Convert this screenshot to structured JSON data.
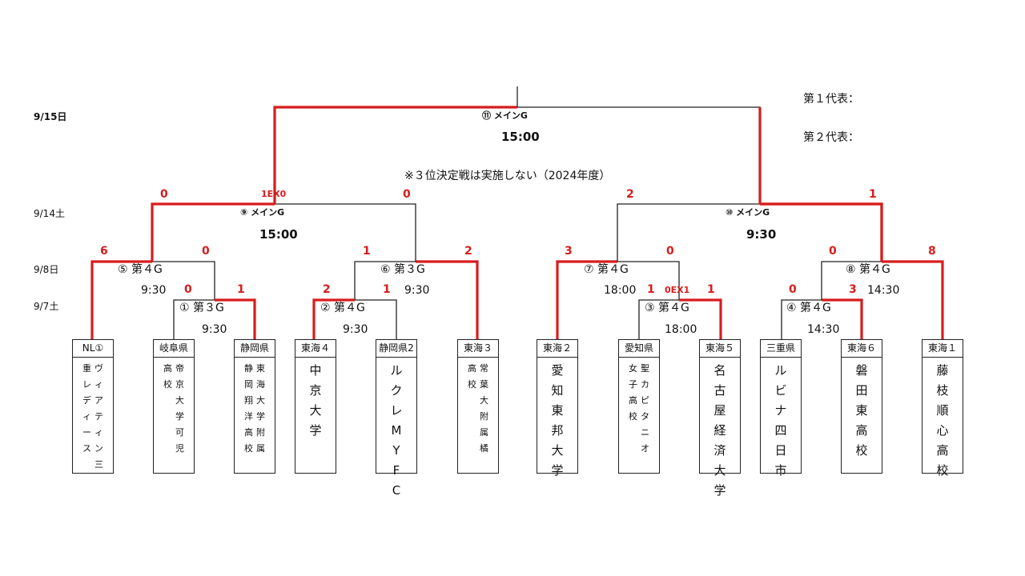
{
  "colors": {
    "winner_line": "#d81c1c",
    "line": "#222222",
    "score": "#d81c1c"
  },
  "note": "※３位決定戦は実施しない（2024年度）",
  "representatives": {
    "first": "第１代表：",
    "second": "第２代表："
  },
  "dates": {
    "d915": "9/15日",
    "d914": "9/14土",
    "d98": "9/8日",
    "d97": "9/7土"
  },
  "matches": {
    "m11": {
      "label": "⑪ メインG",
      "time": "15:00"
    },
    "m9": {
      "label": "⑨ メインG",
      "time": "15:00"
    },
    "m10": {
      "label": "⑩ メインG",
      "time": "9:30"
    },
    "m5": {
      "label": "⑤ 第４G",
      "time": "9:30"
    },
    "m6": {
      "label": "⑥ 第３G",
      "time": "9:30"
    },
    "m7": {
      "label": "⑦ 第４G",
      "time": "18:00"
    },
    "m8": {
      "label": "⑧ 第４G",
      "time": "14:30"
    },
    "m1": {
      "label": "① 第３G",
      "time": "9:30"
    },
    "m2": {
      "label": "② 第４G",
      "time": "9:30"
    },
    "m3": {
      "label": "③ 第４G",
      "time": "18:00"
    },
    "m4": {
      "label": "④ 第４G",
      "time": "14:30"
    }
  },
  "scores": {
    "m11_left": "1EX0",
    "m9_left": "0",
    "m9_right": "0",
    "m10_left": "2",
    "m10_right": "1",
    "m5_left": "6",
    "m5_right": "0",
    "m6_left": "1",
    "m6_right": "2",
    "m7_left": "3",
    "m7_right": "0",
    "m8_left": "0",
    "m8_right": "8",
    "m1_left": "0",
    "m1_right": "1",
    "m2_left": "2",
    "m2_right": "1",
    "m3_left": "1",
    "m3_right": "1",
    "m3_extra": "0EX1",
    "m4_left": "0",
    "m4_right": "3"
  },
  "teams": [
    {
      "seed": "NL①",
      "cols": [
        [
          "ヴ",
          "ィ",
          "ア",
          "テ",
          "ィ",
          "ン",
          "三"
        ],
        [
          "重",
          "レ",
          "デ",
          "ィ",
          "ー",
          "ス"
        ]
      ]
    },
    {
      "seed": "岐阜県",
      "cols": [
        [
          "帝",
          "京",
          "大",
          "学",
          "可",
          "児"
        ],
        [
          "高",
          "校"
        ]
      ]
    },
    {
      "seed": "静岡県",
      "cols": [
        [
          "東",
          "海",
          "大",
          "学",
          "附",
          "属"
        ],
        [
          "静",
          "岡",
          "翔",
          "洋",
          "高",
          "校"
        ]
      ]
    },
    {
      "seed": "東海４",
      "cols": [
        [
          "中",
          "京",
          "大",
          "学"
        ]
      ]
    },
    {
      "seed": "静岡県2",
      "cols": [
        [
          "ル",
          "ク",
          "レ",
          "M",
          "Y",
          "F",
          "C"
        ]
      ]
    },
    {
      "seed": "東海３",
      "cols": [
        [
          "常",
          "葉",
          "大",
          "附",
          "属",
          "橘"
        ],
        [
          "高",
          "校"
        ]
      ]
    },
    {
      "seed": "東海２",
      "cols": [
        [
          "愛",
          "知",
          "東",
          "邦",
          "大",
          "学"
        ]
      ]
    },
    {
      "seed": "愛知県",
      "cols": [
        [
          "聖",
          "カ",
          "ピ",
          "タ",
          "ニ",
          "オ"
        ],
        [
          "女",
          "子",
          "高",
          "校"
        ]
      ]
    },
    {
      "seed": "東海５",
      "cols": [
        [
          "名",
          "古",
          "屋",
          "経",
          "済",
          "大",
          "学"
        ]
      ]
    },
    {
      "seed": "三重県",
      "cols": [
        [
          "ル",
          "ビ",
          "ナ",
          "四",
          "日",
          "市"
        ]
      ]
    },
    {
      "seed": "東海６",
      "cols": [
        [
          "磐",
          "田",
          "東",
          "高",
          "校"
        ]
      ]
    },
    {
      "seed": "東海１",
      "cols": [
        [
          "藤",
          "枝",
          "順",
          "心",
          "高",
          "校"
        ]
      ]
    }
  ]
}
